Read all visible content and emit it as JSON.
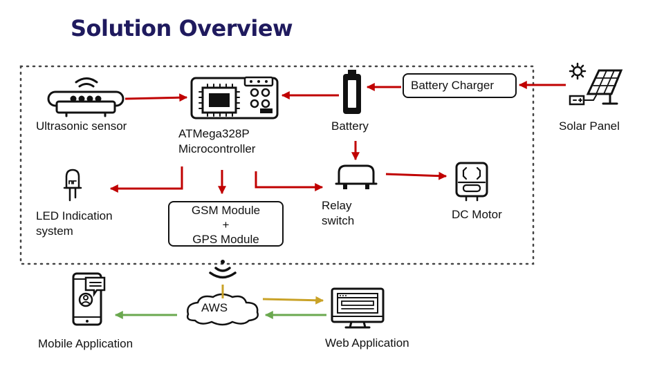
{
  "title": "Solution Overview",
  "nodes": {
    "ultrasonic": "Ultrasonic sensor",
    "mcu_line1": "ATMega328P",
    "mcu_line2": "Microcontroller",
    "battery": "Battery",
    "battery_charger": "Battery Charger",
    "solar_panel": "Solar Panel",
    "led_line1": "LED Indication",
    "led_line2": "system",
    "gsm_line1": "GSM Module",
    "gsm_line2": "+",
    "gsm_line3": "GPS Module",
    "relay_line1": "Relay",
    "relay_line2": "switch",
    "dc_motor": "DC Motor",
    "aws": "AWS",
    "mobile_app": "Mobile Application",
    "web_app": "Web Application"
  },
  "colors": {
    "title": "#1f1a5e",
    "power_arrow": "#c00000",
    "data_up_arrow": "#c9a227",
    "data_down_arrow": "#6aa84f",
    "outline": "#111111"
  },
  "icons": [
    "ultrasonic-sensor-icon",
    "microcontroller-icon",
    "battery-icon",
    "solar-panel-icon",
    "led-icon",
    "relay-icon",
    "dc-motor-icon",
    "wireless-signal-icon",
    "cloud-icon",
    "mobile-phone-icon",
    "web-monitor-icon"
  ]
}
